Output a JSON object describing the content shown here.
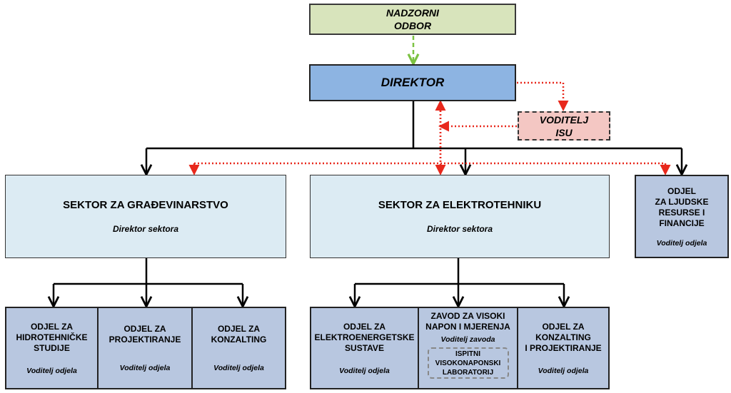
{
  "board": {
    "line1": "NADZORNI",
    "line2": "ODBOR"
  },
  "director": {
    "label": "DIREKTOR"
  },
  "isu": {
    "line1": "VODITELJ",
    "line2": "ISU"
  },
  "sectors": [
    {
      "title": "SEKTOR ZA GRAĐEVINARSTVO",
      "subtitle": "Direktor sektora"
    },
    {
      "title": "SEKTOR ZA ELEKTROTEHNIKU",
      "subtitle": "Direktor sektora"
    }
  ],
  "hr": {
    "lines": [
      "ODJEL",
      "ZA LJUDSKE",
      "RESURSE I",
      "FINANCIJE"
    ],
    "lead": "Voditelj odjela"
  },
  "civil_depts": [
    {
      "lines": [
        "ODJEL ZA",
        "HIDROTEHNIČKE",
        "STUDIJE"
      ],
      "lead": "Voditelj odjela"
    },
    {
      "lines": [
        "ODJEL ZA",
        "PROJEKTIRANJE"
      ],
      "lead": "Voditelj odjela"
    },
    {
      "lines": [
        "ODJEL ZA",
        "KONZALTING"
      ],
      "lead": "Voditelj odjela"
    }
  ],
  "elec_depts": [
    {
      "lines": [
        "ODJEL ZA",
        "ELEKTROENERGETSKE",
        "SUSTAVE"
      ],
      "lead": "Voditelj odjela"
    },
    {
      "lines": [
        "ZAVOD ZA VISOKI",
        "NAPON I MJERENJA"
      ],
      "lead": "Voditelj zavoda"
    },
    {
      "lines": [
        "ODJEL ZA",
        "KONZALTING",
        "I PROJEKTIRANJE"
      ],
      "lead": "Voditelj odjela"
    }
  ],
  "lab": {
    "lines": [
      "ISPITNI",
      "VISOKONAPONSKI",
      "LABORATORIJ"
    ]
  },
  "colors": {
    "board": "#d8e4bc",
    "director": "#8db4e2",
    "sector": "#dcebf3",
    "dept": "#b8c7e0",
    "isu": "#f4c7c3",
    "red_line": "#e8281c",
    "green_arrow": "#7cc242"
  }
}
